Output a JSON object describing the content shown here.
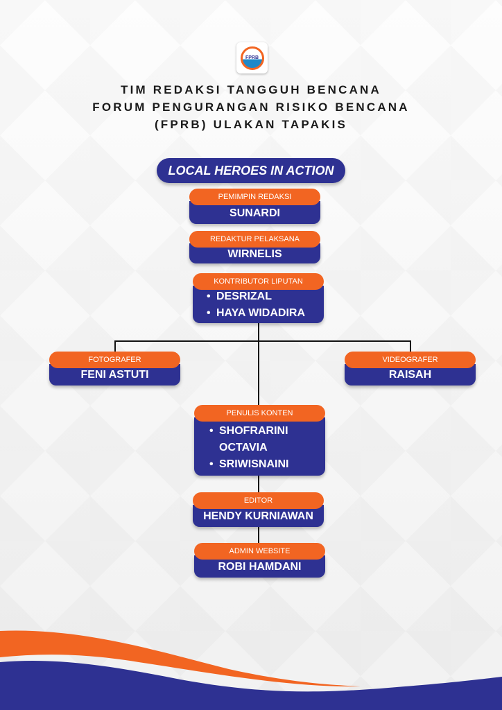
{
  "logo": {
    "text": "FPRB"
  },
  "title": [
    "TIM REDAKSI TANGGUH BENCANA",
    "FORUM PENGURANGAN RISIKO BENCANA",
    "(FPRB) ULAKAN TAPAKIS"
  ],
  "tagline": "LOCAL HEROES IN ACTION",
  "roles": {
    "pemimpin": {
      "role": "PEMIMPIN REDAKSI",
      "name": "SUNARDI"
    },
    "redaktur": {
      "role": "REDAKTUR PELAKSANA",
      "name": "WIRNELIS"
    },
    "kontributor": {
      "role": "KONTRIBUTOR LIPUTAN",
      "names": [
        "DESRIZAL",
        "HAYA WIDADIRA"
      ]
    },
    "fotografer": {
      "role": "FOTOGRAFER",
      "name": "FENI ASTUTI"
    },
    "videografer": {
      "role": "VIDEOGRAFER",
      "name": "RAISAH"
    },
    "penulis": {
      "role": "PENULIS KONTEN",
      "names": [
        "SHOFRARINI OCTAVIA",
        "SRIWISNAINI"
      ]
    },
    "editor": {
      "role": "EDITOR",
      "name": "HENDY KURNIAWAN"
    },
    "admin": {
      "role": "ADMIN WEBSITE",
      "name": "ROBI HAMDANI"
    }
  },
  "colors": {
    "navy": "#2e3192",
    "orange": "#f26522"
  }
}
